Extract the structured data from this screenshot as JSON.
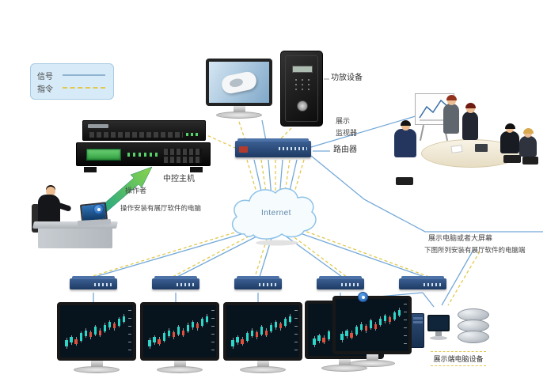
{
  "legend": {
    "signal_label": "信号",
    "command_label": "指令"
  },
  "nodes": {
    "amplifier": "功放设备",
    "display": "展示",
    "monitor_device": "监视器",
    "router": "路由器",
    "central_host": "中控主机",
    "operator": "操作者",
    "operator_note": "操作安装有展厅软件的电脑",
    "internet": "Internet",
    "big_screen_note": "展示电脑或者大屏幕",
    "terminal_note": "下图所列安装有展厅软件的电脑端",
    "server_note": "展示端电脑设备"
  },
  "colors": {
    "signal_line": "#74a9d8",
    "command_line": "#e3c84e",
    "candle_up": "#2fd5c8",
    "candle_down": "#e0503c",
    "device_navy": "#24426e",
    "arrow_green_start": "#18a089",
    "arrow_green_end": "#8ad44a"
  },
  "monitors": {
    "count": 5,
    "candles": [
      {
        "x": 4,
        "b": 18,
        "h": 14,
        "c": "u"
      },
      {
        "x": 11,
        "b": 26,
        "h": 12,
        "c": "u"
      },
      {
        "x": 18,
        "b": 24,
        "h": 10,
        "c": "d"
      },
      {
        "x": 25,
        "b": 30,
        "h": 16,
        "c": "u"
      },
      {
        "x": 32,
        "b": 40,
        "h": 12,
        "c": "u"
      },
      {
        "x": 39,
        "b": 38,
        "h": 10,
        "c": "d"
      },
      {
        "x": 46,
        "b": 44,
        "h": 16,
        "c": "u"
      },
      {
        "x": 53,
        "b": 42,
        "h": 10,
        "c": "d"
      },
      {
        "x": 60,
        "b": 50,
        "h": 14,
        "c": "u"
      },
      {
        "x": 67,
        "b": 58,
        "h": 12,
        "c": "u"
      },
      {
        "x": 74,
        "b": 56,
        "h": 10,
        "c": "d"
      },
      {
        "x": 81,
        "b": 62,
        "h": 14,
        "c": "u"
      },
      {
        "x": 88,
        "b": 70,
        "h": 12,
        "c": "u"
      }
    ]
  }
}
